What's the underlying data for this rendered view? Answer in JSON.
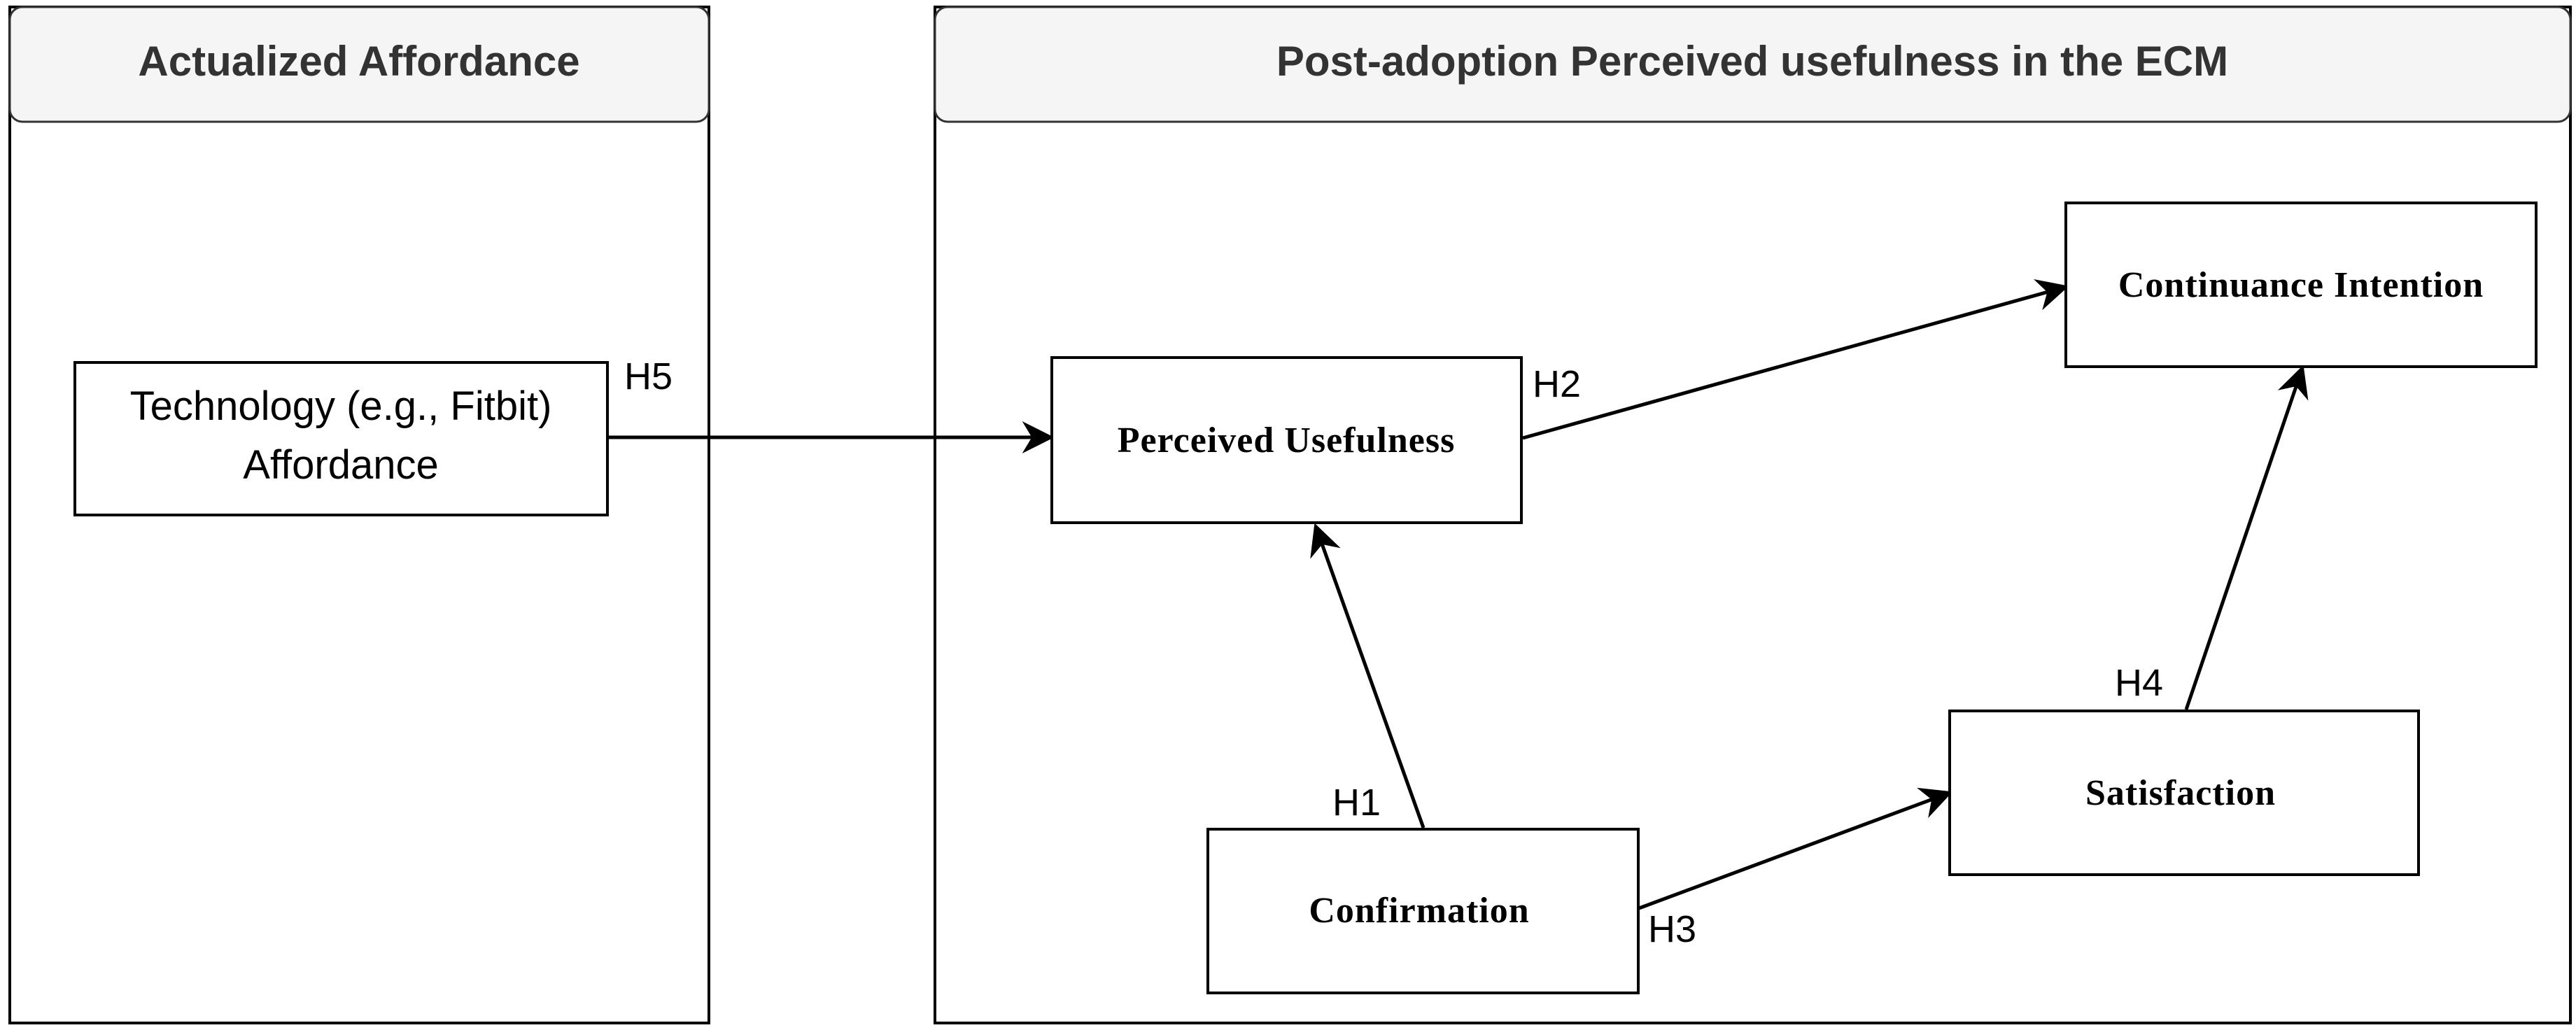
{
  "panels": {
    "left": {
      "title": "Actualized Affordance"
    },
    "right": {
      "title": "Post-adoption Perceived usefulness in the ECM"
    }
  },
  "nodes": {
    "technology": {
      "line1": "Technology (e.g., Fitbit)",
      "line2": "Affordance"
    },
    "perceived_usefulness": {
      "label": "Perceived Usefulness"
    },
    "continuance_intention": {
      "label": "Continuance Intention"
    },
    "confirmation": {
      "label": "Confirmation"
    },
    "satisfaction": {
      "label": "Satisfaction"
    }
  },
  "edges": [
    {
      "id": "h1",
      "label": "H1",
      "from": "Confirmation",
      "to": "Perceived Usefulness"
    },
    {
      "id": "h2",
      "label": "H2",
      "from": "Perceived Usefulness",
      "to": "Continuance Intention"
    },
    {
      "id": "h3",
      "label": "H3",
      "from": "Confirmation",
      "to": "Satisfaction"
    },
    {
      "id": "h4",
      "label": "H4",
      "from": "Satisfaction",
      "to": "Continuance Intention"
    },
    {
      "id": "h5",
      "label": "H5",
      "from": "Technology (e.g., Fitbit) Affordance",
      "to": "Perceived Usefulness"
    }
  ],
  "colors": {
    "panel_header_fill": "#f5f5f5",
    "stroke": "#000000",
    "title_text": "#333333"
  }
}
